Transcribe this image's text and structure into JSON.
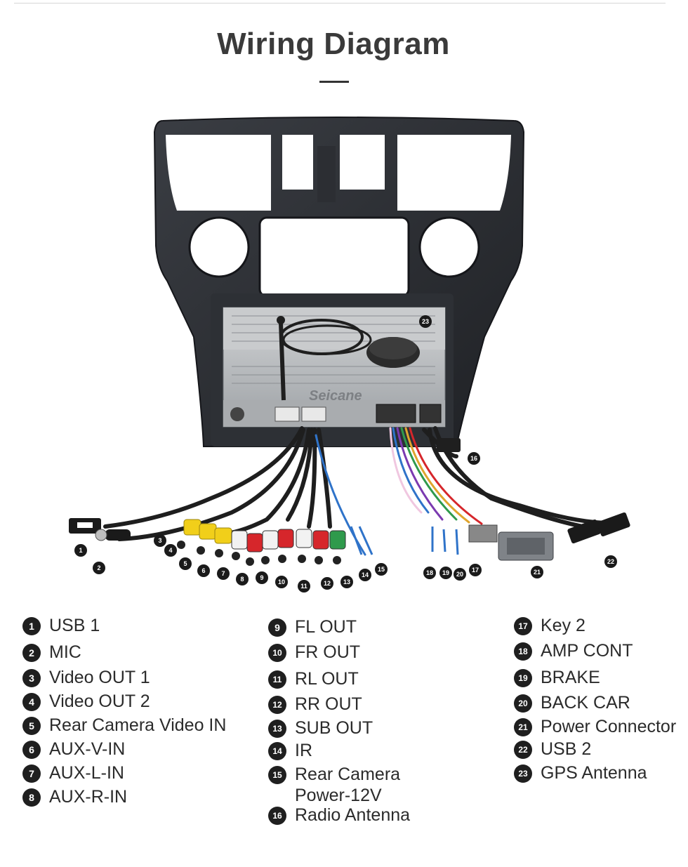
{
  "title": "Wiring Diagram",
  "brand_watermark": "Seicane",
  "colors": {
    "frame": "#2a2c31",
    "unit": "#b9bcbf",
    "rca_yellow": "#f1cf1a",
    "rca_red": "#d6262b",
    "rca_white": "#f2f2f2",
    "rca_green": "#2f9a4c"
  },
  "legend": [
    {
      "num": "1",
      "label": "USB 1"
    },
    {
      "num": "2",
      "label": "MIC"
    },
    {
      "num": "3",
      "label": "Video OUT 1"
    },
    {
      "num": "4",
      "label": "Video OUT 2"
    },
    {
      "num": "5",
      "label": "Rear Camera Video IN"
    },
    {
      "num": "6",
      "label": "AUX-V-IN"
    },
    {
      "num": "7",
      "label": "AUX-L-IN"
    },
    {
      "num": "8",
      "label": "AUX-R-IN"
    },
    {
      "num": "9",
      "label": "FL OUT"
    },
    {
      "num": "10",
      "label": "FR OUT"
    },
    {
      "num": "11",
      "label": "RL OUT"
    },
    {
      "num": "12",
      "label": "RR OUT"
    },
    {
      "num": "13",
      "label": "SUB OUT"
    },
    {
      "num": "14",
      "label": "IR"
    },
    {
      "num": "15",
      "label": "Rear Camera Power-12V"
    },
    {
      "num": "16",
      "label": "Radio Antenna"
    },
    {
      "num": "17",
      "label": "Key 2"
    },
    {
      "num": "18",
      "label": "AMP CONT"
    },
    {
      "num": "19",
      "label": "BRAKE"
    },
    {
      "num": "20",
      "label": "BACK CAR"
    },
    {
      "num": "21",
      "label": "Power Connector"
    },
    {
      "num": "22",
      "label": "USB 2"
    },
    {
      "num": "23",
      "label": "GPS Antenna"
    }
  ]
}
